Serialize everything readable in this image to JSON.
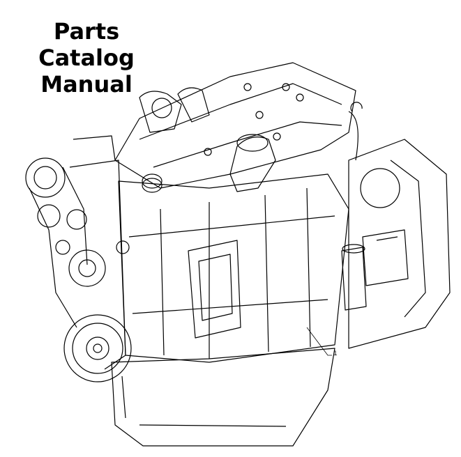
{
  "title": {
    "line1": "Parts Catalog",
    "line2": "Manual"
  },
  "diagram": {
    "callout_label": "1"
  }
}
